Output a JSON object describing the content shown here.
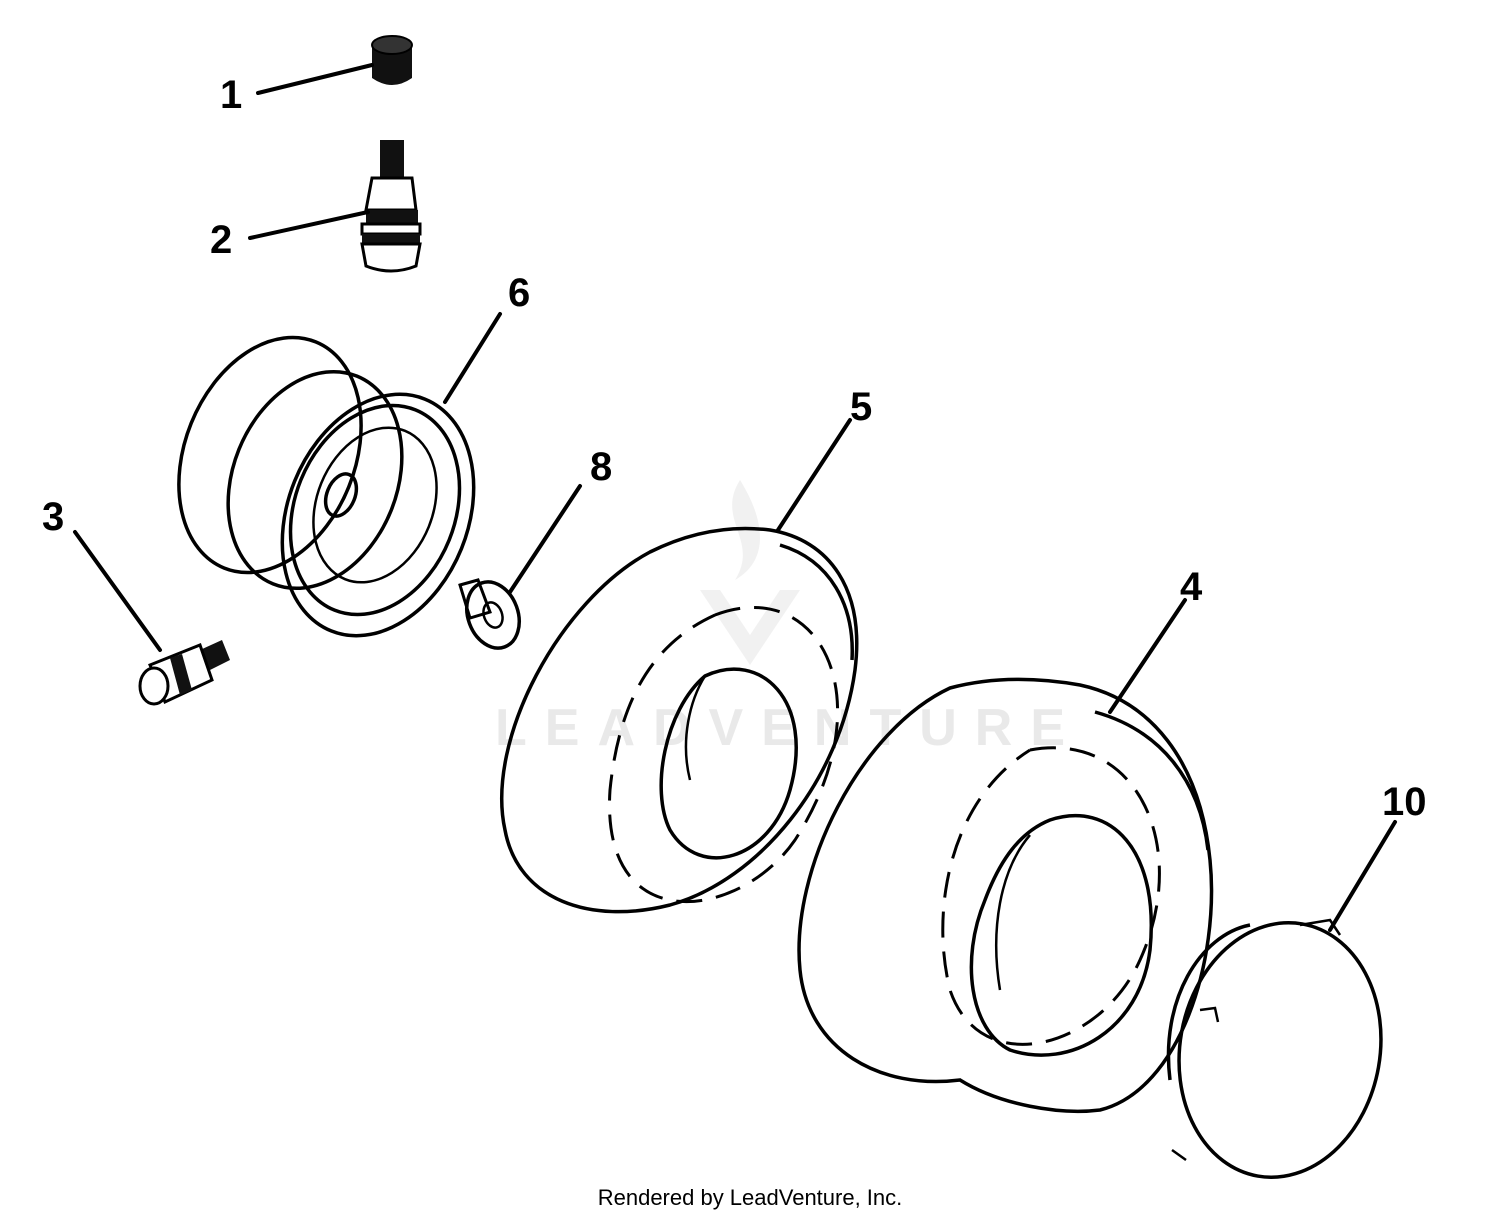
{
  "callouts": {
    "c1": "1",
    "c2": "2",
    "c3": "3",
    "c4": "4",
    "c5": "5",
    "c6": "6",
    "c8": "8",
    "c10": "10"
  },
  "watermark": {
    "brand": "LEADVENTURE"
  },
  "footer": {
    "credit": "Rendered by LeadVenture, Inc."
  },
  "colors": {
    "ink": "#000000",
    "watermark": "#e9e9e9",
    "background": "#ffffff"
  }
}
